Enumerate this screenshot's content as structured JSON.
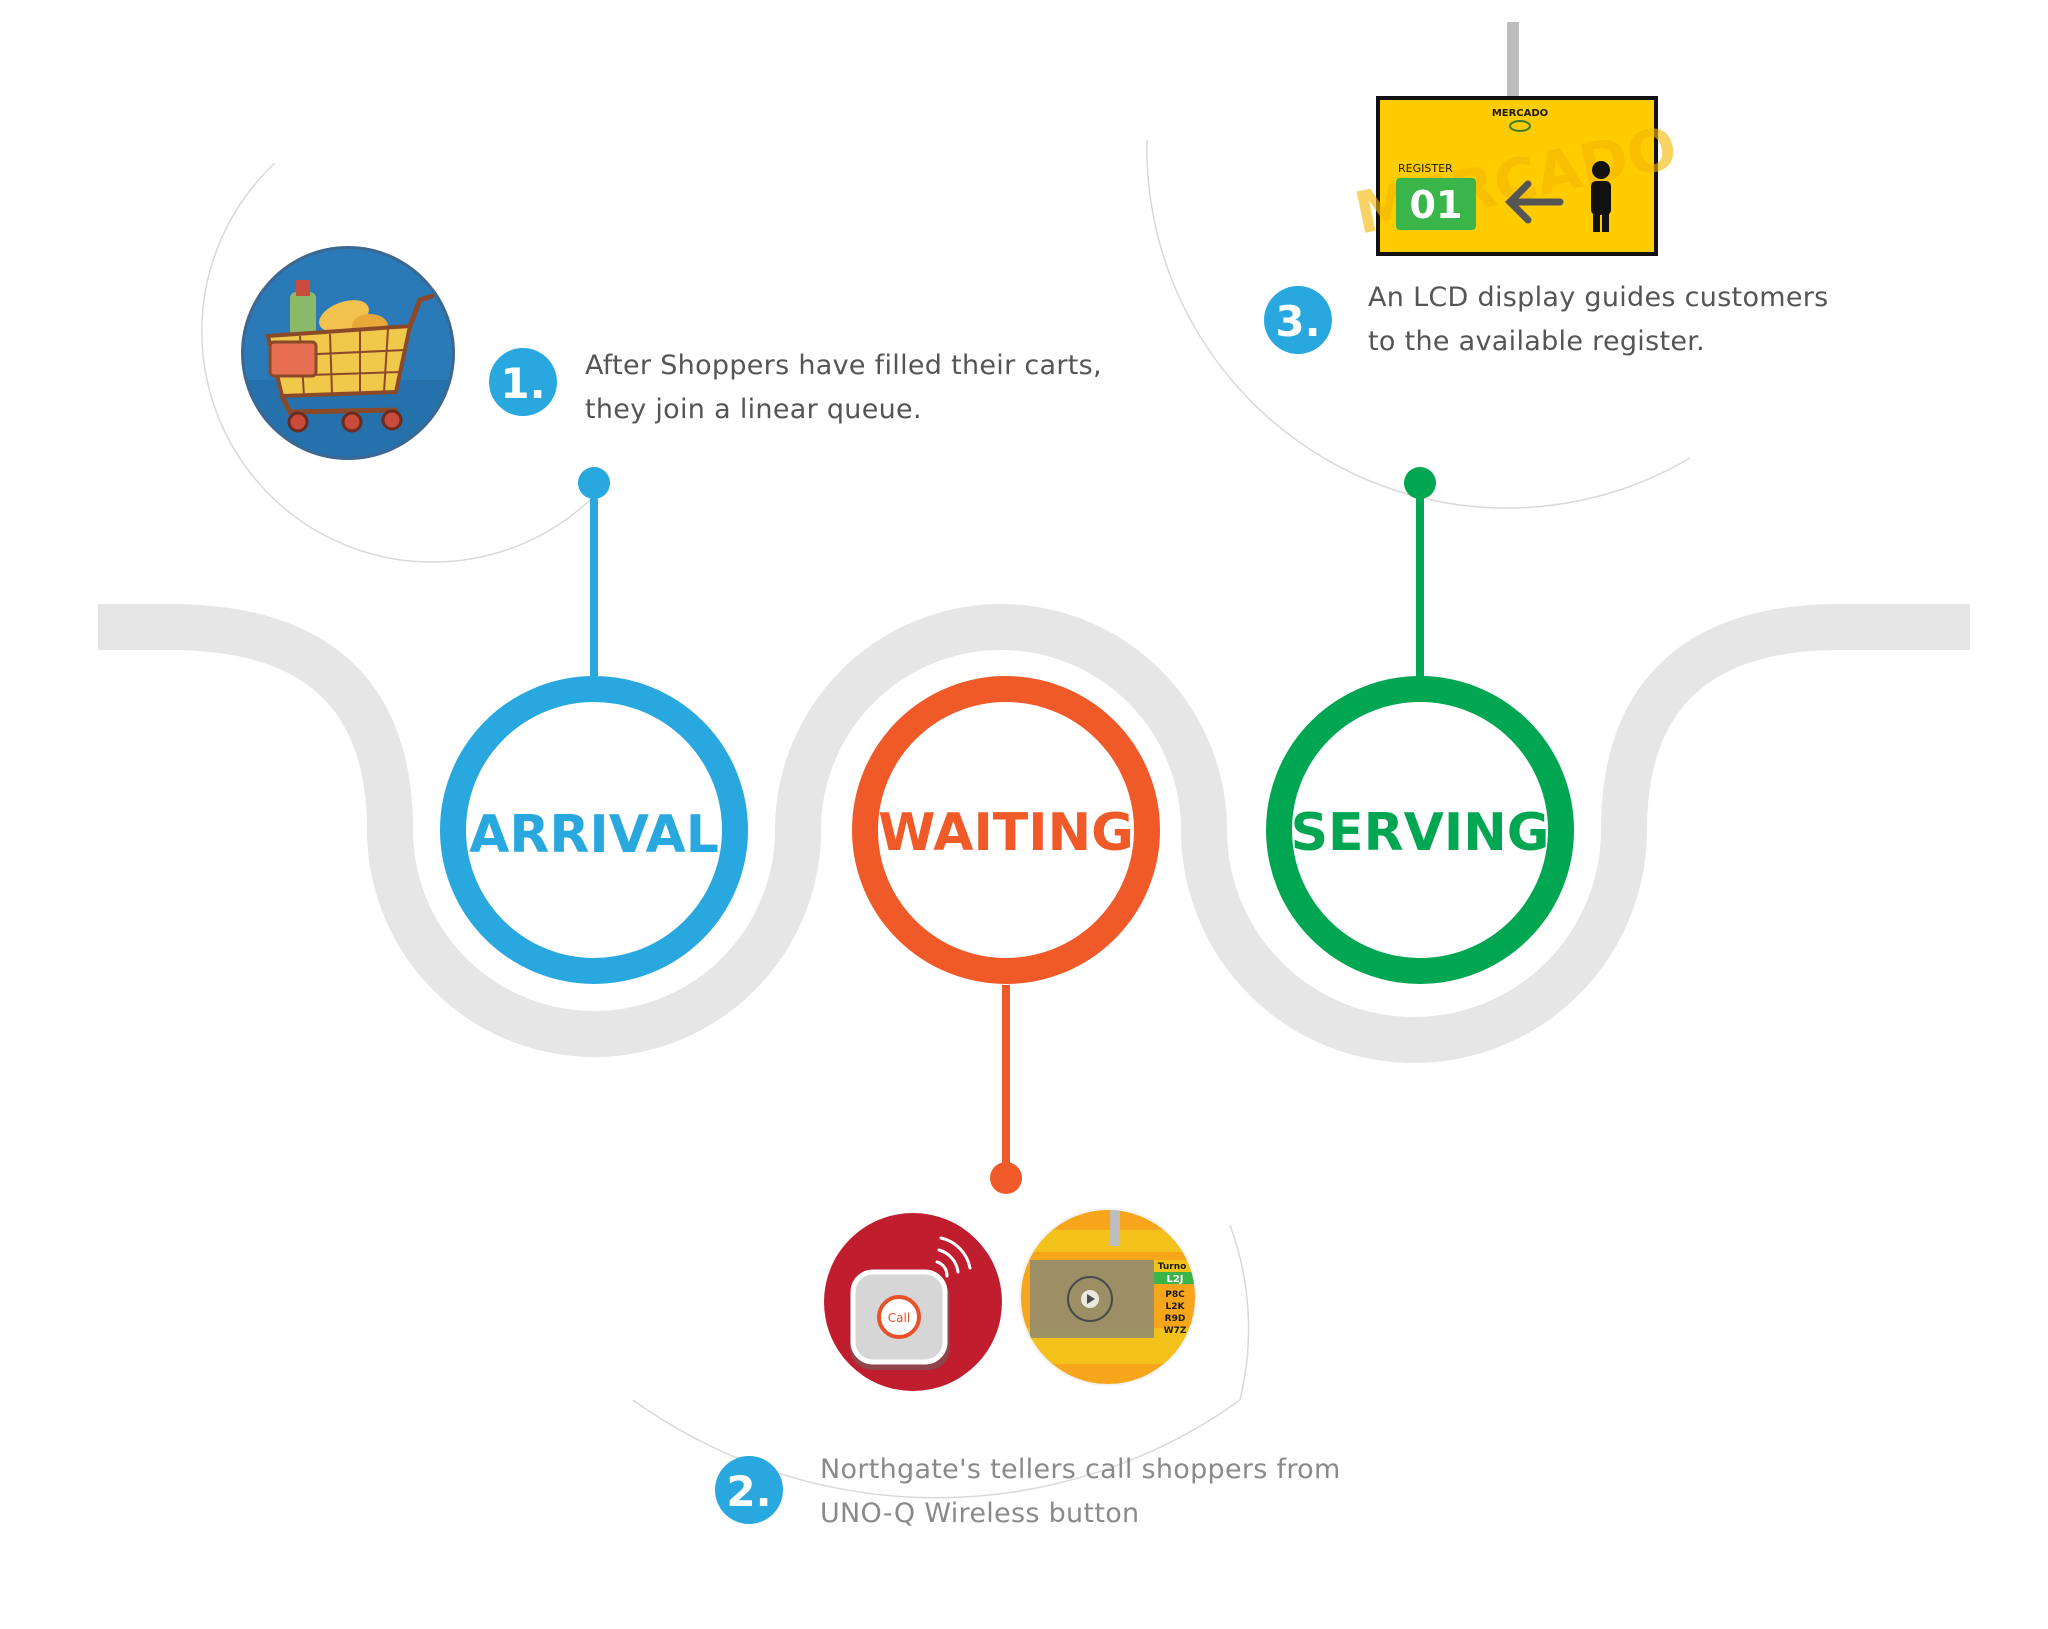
{
  "colors": {
    "arrival": "#29a8e0",
    "waiting": "#f05a28",
    "serving": "#00a651",
    "track": "#e6e6e6",
    "badge": "#29a8e0",
    "text": "#555555",
    "text_light": "#8a8a8a",
    "button_red": "#c01d2e",
    "display_yellow": "#ffcc00",
    "register_green": "#39b54a"
  },
  "stages": [
    {
      "label": "ARRIVAL"
    },
    {
      "label": "WAITING"
    },
    {
      "label": "SERVING"
    }
  ],
  "steps": [
    {
      "badge": "1.",
      "line1": "After Shoppers have filled their carts,",
      "line2": "they join a linear queue."
    },
    {
      "badge": "2.",
      "line1": "Northgate's tellers call shoppers from",
      "line2": "UNO-Q Wireless button"
    },
    {
      "badge": "3.",
      "line1": "An LCD display guides customers",
      "line2": "to the available register."
    }
  ],
  "icons": {
    "cart": "shopping-cart-icon",
    "call_button": "call-button-icon",
    "queue_display": "queue-display-icon",
    "lcd_display": "lcd-display-icon"
  },
  "call_button": {
    "label": "Call"
  },
  "lcd_display": {
    "brand": "MERCADO",
    "register_label": "REGISTER",
    "register_number": "01"
  },
  "queue_display": {
    "header": "Turno",
    "current": "L2J",
    "tickets": [
      "P8C",
      "L2K",
      "R9D",
      "W7Z"
    ]
  }
}
